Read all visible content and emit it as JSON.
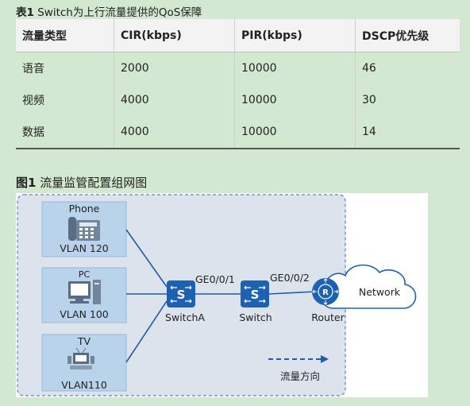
{
  "table_caption": {
    "number": "表1",
    "text": "Switch为上行流量提供的QoS保障"
  },
  "table": {
    "headers": [
      "流量类型",
      "CIR(kbps)",
      "PIR(kbps)",
      "DSCP优先级"
    ],
    "rows": [
      [
        "语音",
        "2000",
        "10000",
        "46"
      ],
      [
        "视频",
        "4000",
        "10000",
        "30"
      ],
      [
        "数据",
        "4000",
        "10000",
        "14"
      ]
    ]
  },
  "figure_caption": {
    "number": "图1",
    "text": "流量监管配置组网图"
  },
  "diagram": {
    "phone_label": "Phone",
    "phone_vlan": "VLAN 120",
    "pc_label": "PC",
    "pc_vlan": "VLAN 100",
    "tv_label": "TV",
    "tv_vlan": "VLAN110",
    "switcha_label": "SwitchA",
    "switch_label": "Switch",
    "router_label": "Router",
    "network_label": "Network",
    "port1": "GE0/0/1",
    "port2": "GE0/0/2",
    "legend_label": "流量方向",
    "colors": {
      "link": "#1f5da8",
      "device": "#1d62b0",
      "area_fill": "#dde3ec",
      "area_border": "#5b84b8",
      "host_box": "#b9d3ea"
    }
  }
}
